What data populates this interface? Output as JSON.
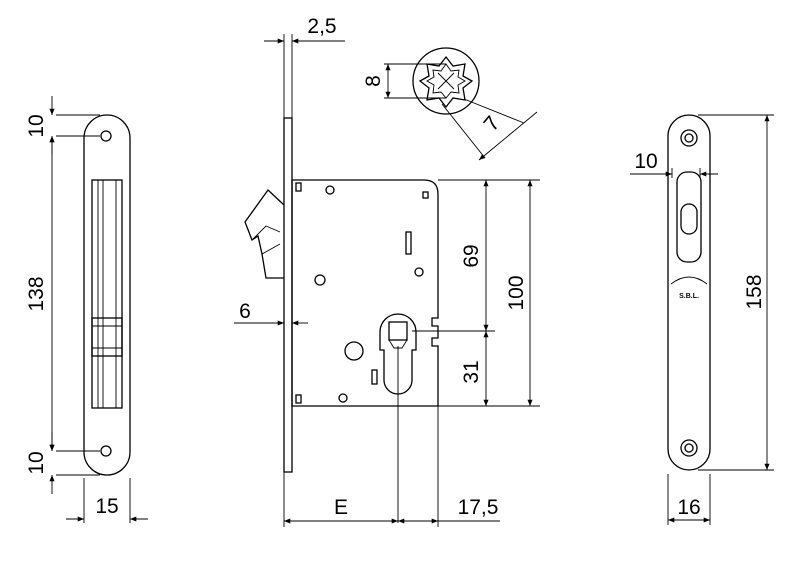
{
  "dimensions": {
    "thickness_2_5": "2,5",
    "spindle_8": "8",
    "spindle_7": "7",
    "screw_10_top": "10",
    "height_138": "138",
    "screw_10_bottom": "10",
    "faceplate_15": "15",
    "latch_6": "6",
    "height_69": "69",
    "height_100": "100",
    "height_31": "31",
    "backset_E": "E",
    "offset_17_5": "17,5",
    "strike_10": "10",
    "strike_158": "158",
    "strike_16": "16"
  },
  "logo_text": "S.B.L."
}
